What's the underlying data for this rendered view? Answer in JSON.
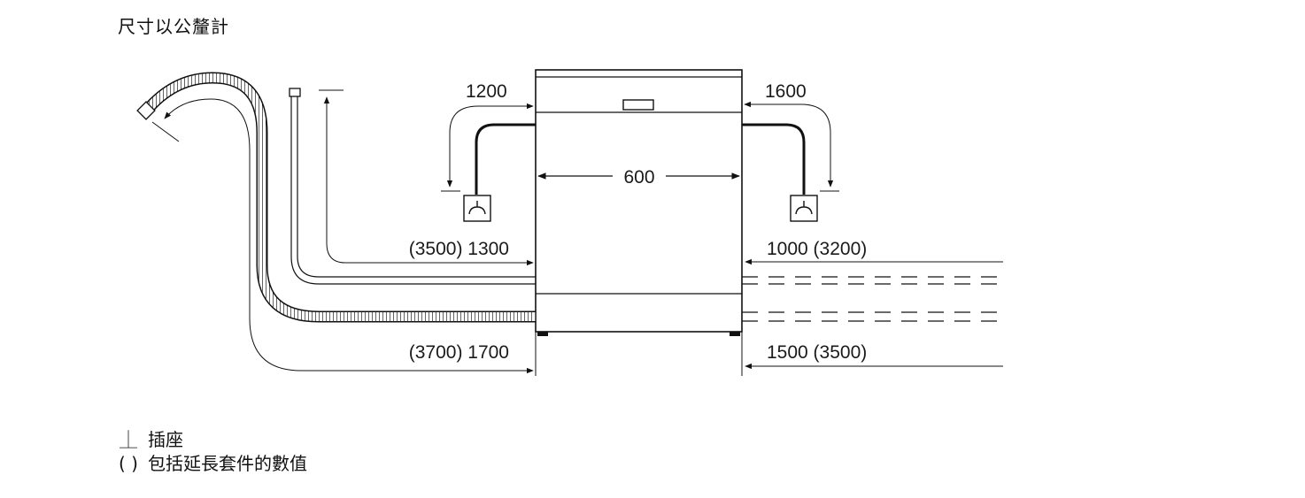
{
  "title": "尺寸以公釐計",
  "labels": {
    "left_top_arc": "1200",
    "right_top_arc": "1600",
    "width": "600",
    "left_mid": "(3500) 1300",
    "right_mid": "1000 (3200)",
    "left_bottom": "(3700) 1700",
    "right_bottom": "1500 (3500)"
  },
  "legend": {
    "socket_symbol": "⏊",
    "socket_text": "插座",
    "paren_symbol": "( )",
    "paren_text": "包括延長套件的數值"
  }
}
